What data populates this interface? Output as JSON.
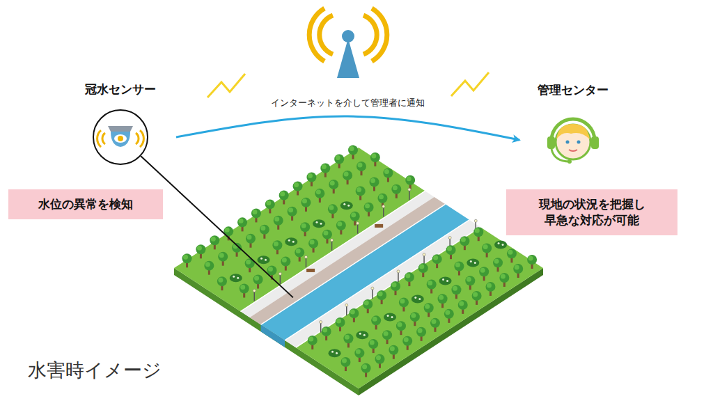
{
  "diagram": {
    "caption": "水害時イメージ",
    "nodes": [
      {
        "text": [
          "冠水センサー"
        ]
      },
      {
        "text": [
          "水位の異常を検知"
        ]
      },
      {
        "text": [
          "管理センター"
        ]
      },
      {
        "text": [
          "現地の状況を把握し 早急な対応が可能"
        ]
      }
    ],
    "edges": [
      {
        "from": 0,
        "to": 2,
        "arrow": "to",
        "label": "インターネットを介して管理者に通知"
      }
    ]
  }
}
